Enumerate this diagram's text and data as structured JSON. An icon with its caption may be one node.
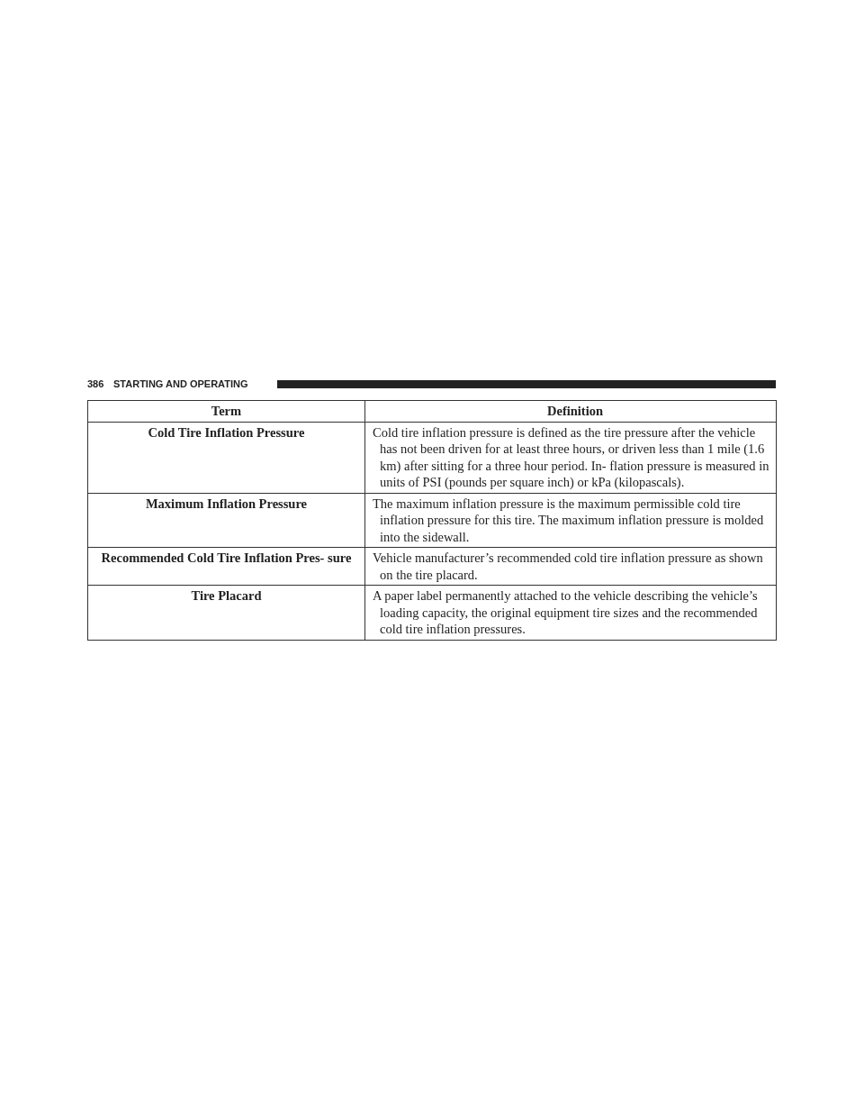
{
  "diagram": {
    "labels": [
      "386",
      "STARTING AND OPERATING",
      "Term",
      "Definition",
      "Cold Tire Inflation Pressure",
      "Cold tire inflation pressure is defined as the tire pressure after the vehicle has not been driven for at least three hours, or driven less than 1 mile (1.6 km) after sitting for a three hour period. In- flation pressure is measured in units of PSI (pounds per square inch) or kPa (kilopascals).",
      "Maximum Inflation Pressure",
      "The maximum inflation pressure is the maximum permissible cold tire inflation pressure for this tire. The maximum inflation pressure is molded into the sidewall.",
      "Recommended Cold Tire Inflation Pres- sure",
      "Vehicle manufacturer’s recommended cold tire inflation pressure as shown on the tire placard.",
      "Tire Placard",
      "A paper label permanently attached to the vehicle describing the vehicle’s loading capacity, the original equipment tire sizes and the recommended cold tire inflation pressures."
    ]
  }
}
